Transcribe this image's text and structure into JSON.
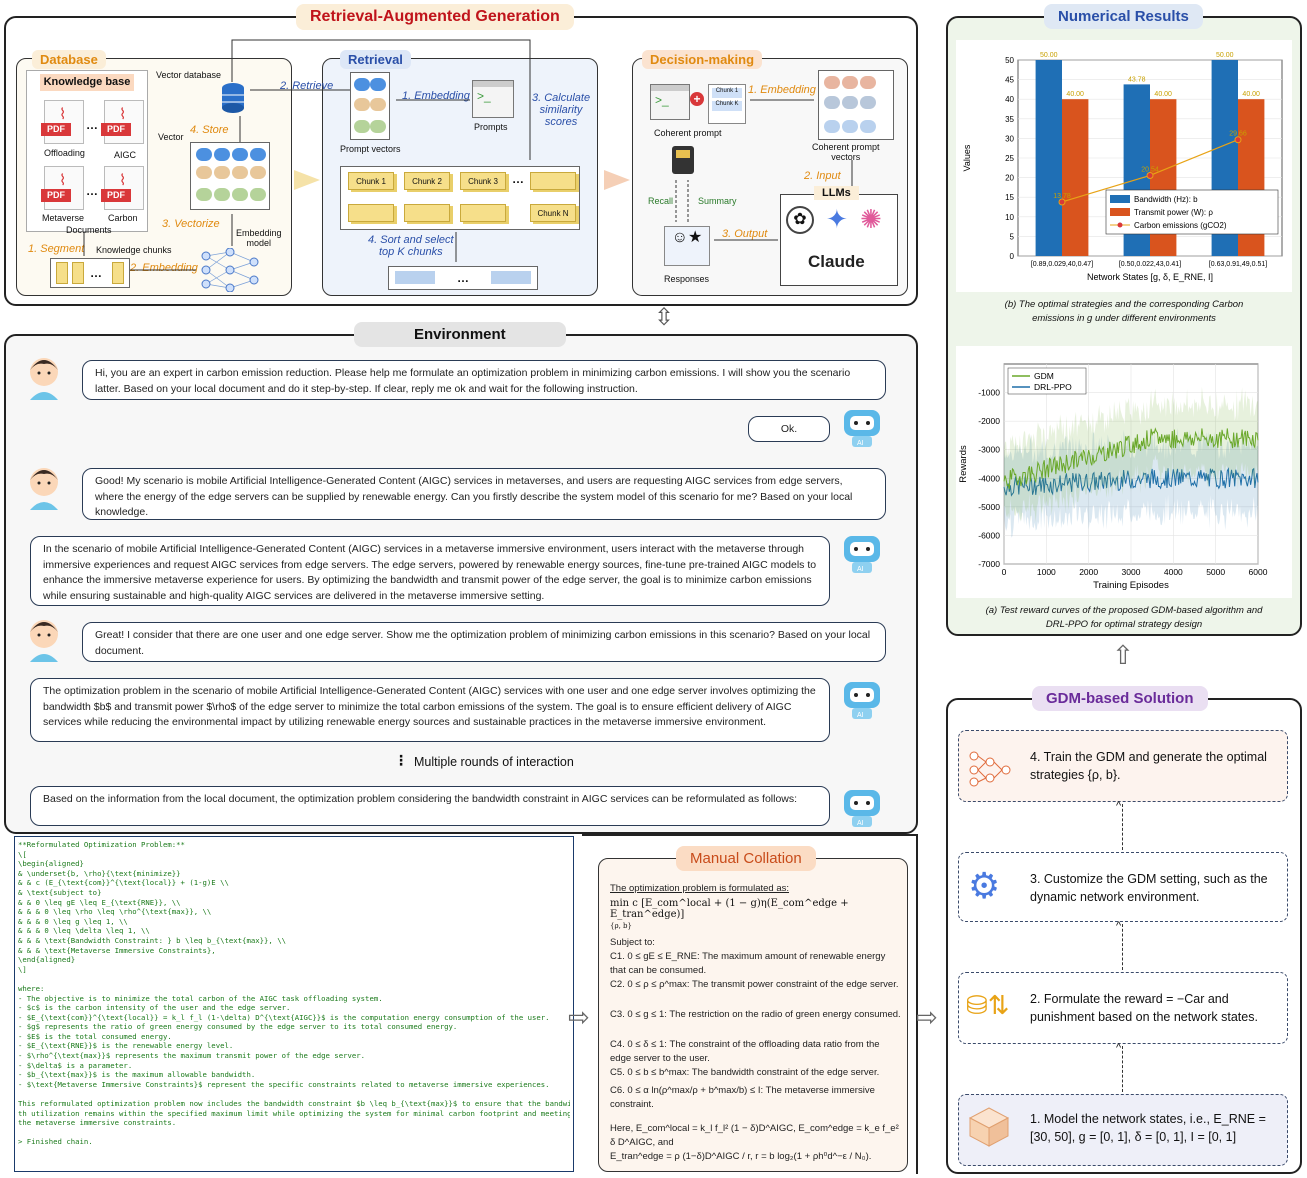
{
  "rag": {
    "title": "Retrieval-Augmented Generation",
    "database": {
      "label": "Database",
      "kb": "Knowledge base",
      "docs": [
        "Offloading",
        "AIGC",
        "Metaverse",
        "Carbon"
      ],
      "pdf": "PDF",
      "documents": "Documents",
      "segment": "1. Segment",
      "chunks": "Knowledge chunks",
      "embedding": "2. Embedding",
      "vectorize": "3. Vectorize",
      "store": "4. Store",
      "vector": "Vector",
      "vdb": "Vector database",
      "model": "Embedding\nmodel"
    },
    "retrieval": {
      "label": "Retrieval",
      "retrieve": "2. Retrieve",
      "embedding": "1. Embedding",
      "prompts": "Prompts",
      "pvectors": "Prompt vectors",
      "calc": "3. Calculate\nsimilarity\nscores",
      "chunks": [
        "Chunk 1",
        "Chunk 2",
        "Chunk 3",
        "Chunk N"
      ],
      "sort": "4. Sort and select\ntop K chunks"
    },
    "decision": {
      "label": "Decision-making",
      "coherent": "Coherent prompt",
      "embedding": "1. Embedding",
      "cvec": "Coherent prompt\nvectors",
      "input": "2. Input",
      "llms": "LLMs",
      "claude": "Claude",
      "output": "3. Output",
      "recall": "Recall",
      "summary": "Summary",
      "responses": "Responses",
      "ck1": "Chunk 1",
      "ckk": "Chunk K"
    }
  },
  "env": {
    "title": "Environment",
    "m1": "Hi, you are an expert in carbon emission reduction. Please help me formulate an optimization problem in minimizing carbon emissions. I will show you the scenario latter. Based on your local document and do it step-by-step. If clear, reply me ok and wait for the following instruction.",
    "r1": "Ok.",
    "m2": "Good! My scenario is mobile Artificial Intelligence-Generated Content (AIGC) services in metaverses, and users are requesting AIGC services from edge servers, where the energy of the edge servers can be supplied by renewable energy. Can you firstly describe the system model of this scenario for me? Based on your local knowledge.",
    "r2": "In the scenario of mobile Artificial Intelligence-Generated Content (AIGC) services in a metaverse immersive environment, users interact with the metaverse through immersive experiences and request AIGC services from edge servers. The edge servers, powered by renewable energy sources, fine-tune pre-trained AIGC models to enhance the immersive metaverse experience for users. By optimizing the bandwidth and transmit power of the edge server, the goal is to minimize carbon emissions while ensuring sustainable and high-quality AIGC services are delivered in the metaverse immersive setting.",
    "m3": "Great! I consider that there are one user and one edge server. Show me the optimization problem of minimizing carbon emissions in this scenario? Based on your local document.",
    "r3": "The optimization problem in the scenario of mobile Artificial Intelligence-Generated Content (AIGC) services with one user and one edge server involves optimizing the bandwidth $b$ and transmit power $\\rho$ of the edge server to minimize the total carbon emissions of the system. The goal is to ensure efficient delivery of AIGC services while reducing the environmental impact by utilizing renewable energy sources and sustainable practices in the metaverse immersive environment.",
    "multi": "Multiple rounds of interaction",
    "r4": "Based on the information from the local document, the optimization problem considering the bandwidth constraint in AIGC services can be reformulated as follows:",
    "ai": "AI"
  },
  "code": "**Reformulated Optimization Problem:**\n\\[\n\\begin{aligned}\n& \\underset{b, \\rho}{\\text{minimize}}\n& & c (E_{\\text{com}}^{\\text{local}} + (1-g)E \\\\\n& \\text{subject to}\n& & 0 \\leq gE \\leq E_{\\text{RNE}}, \\\\\n& & & 0 \\leq \\rho \\leq \\rho^{\\text{max}}, \\\\\n& & & 0 \\leq g \\leq 1, \\\\\n& & & 0 \\leq \\delta \\leq 1, \\\\\n& & & \\text{Bandwidth Constraint: } b \\leq b_{\\text{max}}, \\\\\n& & & \\text{Metaverse Immersive Constraints},\n\\end{aligned}\n\\]\n\nwhere:\n- The objective is to minimize the total carbon of the AIGC task offloading system.\n- $c$ is the carbon intensity of the user and the edge server.\n- $E_{\\text{com}}^{\\text{local}} = k_l f_l (1-\\delta) D^{\\text{AIGC}}$ is the computation energy consumption of the user.\n- $g$ represents the ratio of green energy consumed by the edge server to its total consumed energy.\n- $E$ is the total consumed energy.\n- $E_{\\text{RNE}}$ is the renewable energy level.\n- $\\rho^{\\text{max}}$ represents the maximum transmit power of the edge server.\n- $\\delta$ is a parameter.\n- $b_{\\text{max}}$ is the maximum allowable bandwidth.\n- $\\text{Metaverse Immersive Constraints}$ represent the specific constraints related to metaverse immersive experiences.\n\nThis reformulated optimization problem now includes the bandwidth constraint $b \\leq b_{\\text{max}}$ to ensure that the bandwid\nth utilization remains within the specified maximum limit while optimizing the system for minimal carbon footprint and meeting\nthe metaverse immersive constraints.\n\n> Finished chain.",
  "manual": {
    "title": "Manual Collation",
    "head": "The optimization problem is formulated as:",
    "obj": "min c [E_com^local + (1 − g)η(E_com^edge + E_tran^edge)]",
    "objsub": "{ρ, b}",
    "subject": "Subject to:",
    "cons": [
      "C1. 0 ≤ gE ≤ E_RNE: The maximum amount of renewable energy that can be consumed.",
      "C2. 0 ≤ ρ ≤ ρ^max: The transmit power constraint of the edge server.",
      "C3. 0 ≤ g ≤ 1: The restriction on the radio of green energy consumed.",
      "C4. 0 ≤ δ ≤ 1: The constraint of the offloading data ratio from the edge server to the user.",
      "C5. 0 ≤ b ≤ b^max: The bandwidth constraint of the edge server.",
      "C6. 0 ≤ α ln(ρ^max/ρ + b^max/b) ≤ I: The metaverse immersive constraint."
    ],
    "here1": "Here, E_com^local = k_l f_l² (1 − δ)D^AIGC, E_com^edge = k_e f_e² δ D^AIGC, and",
    "here2": "E_tran^edge = ρ (1−δ)D^AIGC / r, r = b log₂(1 + ρh⁰d^−ε / N₀)."
  },
  "gdm": {
    "title": "GDM-based Solution",
    "s4": "4. Train the GDM and generate the optimal strategies {ρ, b}.",
    "s3": "3. Customize the GDM setting, such as the dynamic network environment.",
    "s2": "2. Formulate the reward = −Car and punishment based on the network states.",
    "s1": "1. Model the network states, i.e., E_RNE = [30, 50], g = [0, 1], δ = [0, 1], I = [0, 1]"
  },
  "results": {
    "title": "Numerical Results",
    "bcap": "(b) The optimal strategies and the corresponding Carbon emissions in g under different environments",
    "acap": "(a) Test reward curves of the proposed GDM-based algorithm and DRL-PPO for optimal strategy design"
  },
  "chart_data": [
    {
      "type": "bar",
      "categories": [
        "[0.89,0.029,40,0.47]",
        "[0.50,0.022,43,0.41]",
        "[0.63,0.91,49,0.51]"
      ],
      "series": [
        {
          "name": "Bandwidth (Hz): b",
          "values": [
            50.0,
            43.78,
            50.0
          ],
          "color": "#1f6fb5"
        },
        {
          "name": "Transmit power (W): ρ",
          "values": [
            40.0,
            40.0,
            40.0
          ],
          "color": "#d9541e"
        },
        {
          "name": "Carbon emissions (gCO2)",
          "values": [
            13.78,
            20.54,
            29.66
          ],
          "color": "#e8a316",
          "kind": "line"
        }
      ],
      "labels": [
        "50.00",
        "43.78",
        "50.00",
        "40.00",
        "40.00",
        "40.00",
        "13.78",
        "20.54",
        "29.66"
      ],
      "xlabel": "Network States [g, δ, E_RNE, I]",
      "ylabel": "Values",
      "ylim": [
        0,
        50
      ],
      "yticks": [
        0,
        5,
        10,
        15,
        20,
        25,
        30,
        35,
        40,
        45,
        50
      ]
    },
    {
      "type": "line",
      "xlabel": "Training Episodes",
      "ylabel": "Rewards",
      "xlim": [
        0,
        6000
      ],
      "ylim": [
        -7000,
        0
      ],
      "xticks": [
        0,
        1000,
        2000,
        3000,
        4000,
        5000,
        6000
      ],
      "yticks": [
        -7000,
        -6000,
        -5000,
        -4000,
        -3000,
        -2000,
        -1000
      ],
      "series": [
        {
          "name": "GDM",
          "color": "#6aa82a",
          "start": -4100,
          "end": -2600
        },
        {
          "name": "DRL-PPO",
          "color": "#1f6fa8",
          "start": -4300,
          "end": -4000
        }
      ]
    }
  ]
}
